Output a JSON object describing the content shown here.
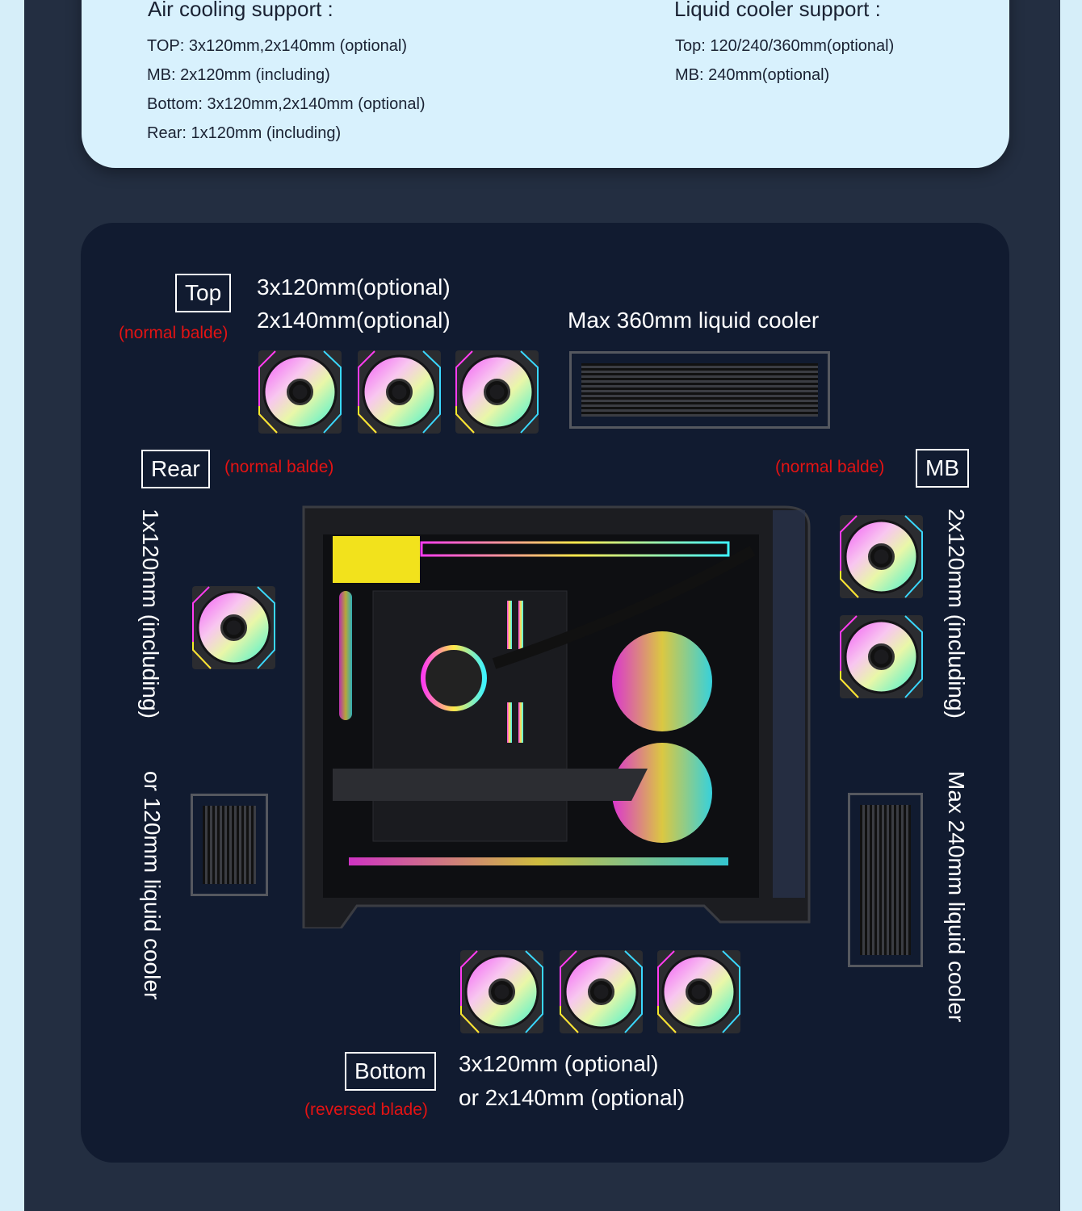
{
  "air": {
    "title": "Air cooling support :",
    "lines": [
      "TOP: 3x120mm,2x140mm (optional)",
      "MB: 2x120mm (including)",
      "Bottom: 3x120mm,2x140mm (optional)",
      "Rear: 1x120mm (including)"
    ]
  },
  "liquid": {
    "title": "Liquid cooler support :",
    "lines": [
      "Top: 120/240/360mm(optional)",
      "MB: 240mm(optional)"
    ]
  },
  "diagram": {
    "top": {
      "label": "Top",
      "blade": "(normal balde)",
      "line1": "3x120mm(optional)",
      "line2": "2x140mm(optional)",
      "cooler": "Max 360mm liquid cooler"
    },
    "rear": {
      "label": "Rear",
      "blade": "(normal balde)",
      "fans": "1x120mm (including)",
      "cooler": "or 120mm liquid cooler"
    },
    "mb": {
      "label": "MB",
      "blade": "(normal balde)",
      "fans": "2x120mm (including)",
      "cooler": "Max 240mm liquid cooler"
    },
    "bottom": {
      "label": "Bottom",
      "blade": "(reversed blade)",
      "line1": "3x120mm (optional)",
      "line2": "or 2x140mm (optional)"
    }
  },
  "colors": {
    "accent_red": "#e41313",
    "panel": "#111b30",
    "card": "#d8f1fd"
  }
}
